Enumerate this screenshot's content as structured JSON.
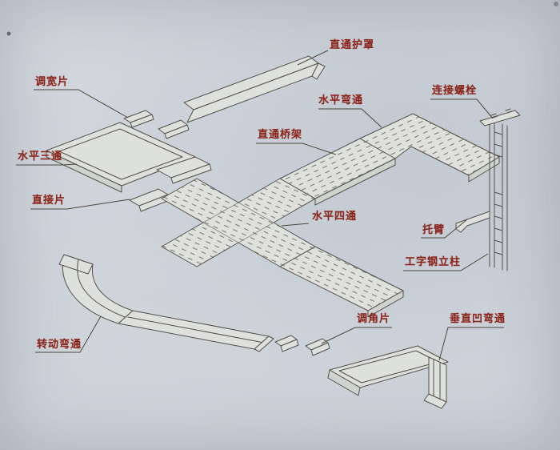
{
  "diagram": {
    "description": "Isometric assembly diagram of a cable tray (bridge rack) system with Chinese part labels",
    "labels": [
      {
        "id": "straight-cover",
        "text": "直通护罩"
      },
      {
        "id": "width-adjust-piece",
        "text": "调宽片"
      },
      {
        "id": "horizontal-bend",
        "text": "水平弯通"
      },
      {
        "id": "connecting-bolt",
        "text": "连接螺栓"
      },
      {
        "id": "straight-tray",
        "text": "直通桥架"
      },
      {
        "id": "horizontal-tee",
        "text": "水平三通"
      },
      {
        "id": "connector-piece",
        "text": "直接片"
      },
      {
        "id": "horizontal-cross",
        "text": "水平四通"
      },
      {
        "id": "bracket-arm",
        "text": "托臂"
      },
      {
        "id": "i-beam-column",
        "text": "工字钢立柱"
      },
      {
        "id": "angle-adjust-piece",
        "text": "调角片"
      },
      {
        "id": "vertical-concave-bend",
        "text": "垂直凹弯通"
      },
      {
        "id": "rotating-bend",
        "text": "转动弯通"
      }
    ],
    "colors": {
      "label": "#8b241a",
      "line": "#54504a",
      "leader": "#4c463c",
      "paper": "#ced3da",
      "part_fill": "#dde0dc"
    }
  }
}
